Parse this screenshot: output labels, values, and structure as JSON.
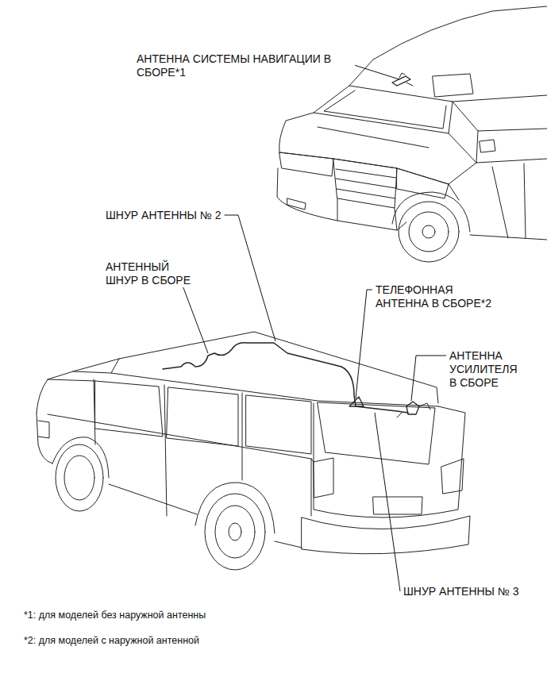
{
  "diagram": {
    "labels": [
      "АНТЕННА СИСТЕМЫ НАВИГАЦИИ В СБОРЕ*1",
      "ШНУР АНТЕННЫ № 2",
      "АНТЕННЫЙ ШНУР В СБОРЕ",
      "ТЕЛЕФОННАЯ АНТЕННА В СБОРЕ*2",
      "АНТЕННА УСИЛИТЕЛЯ В СБОРЕ",
      "ШНУР АНТЕННЫ № 3",
      "*1: для моделей без наружной антенны",
      "*2: для моделей с наружной антенной"
    ]
  }
}
